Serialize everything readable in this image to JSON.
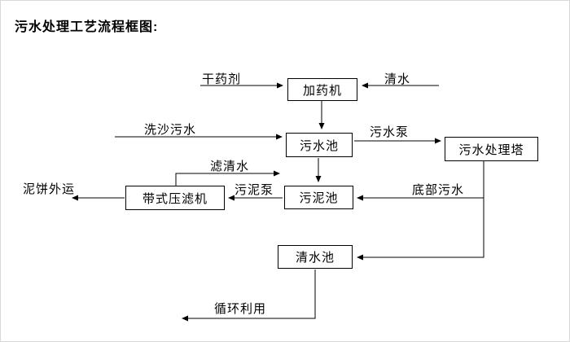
{
  "title": "污水处理工艺流程框图:",
  "diagram": {
    "nodes": {
      "dosing_machine": "加药机",
      "sewage_pool": "污水池",
      "treatment_tower": "污水处理塔",
      "sludge_pool": "污泥池",
      "belt_filter_press": "带式压滤机",
      "clear_water_pool": "清水池"
    },
    "edge_labels": {
      "dry_chemical": "干药剂",
      "clear_water": "清水",
      "sand_washing_sewage": "洗沙污水",
      "sewage_pump": "污水泵",
      "filtered_water": "滤清水",
      "sludge_pump": "污泥泵",
      "bottom_sewage": "底部污水",
      "mud_cake_out": "泥饼外运",
      "recycle": "循环利用"
    },
    "colors": {
      "line": "#000000",
      "box_border": "#000000",
      "text": "#000000",
      "background": "#ffffff"
    }
  }
}
